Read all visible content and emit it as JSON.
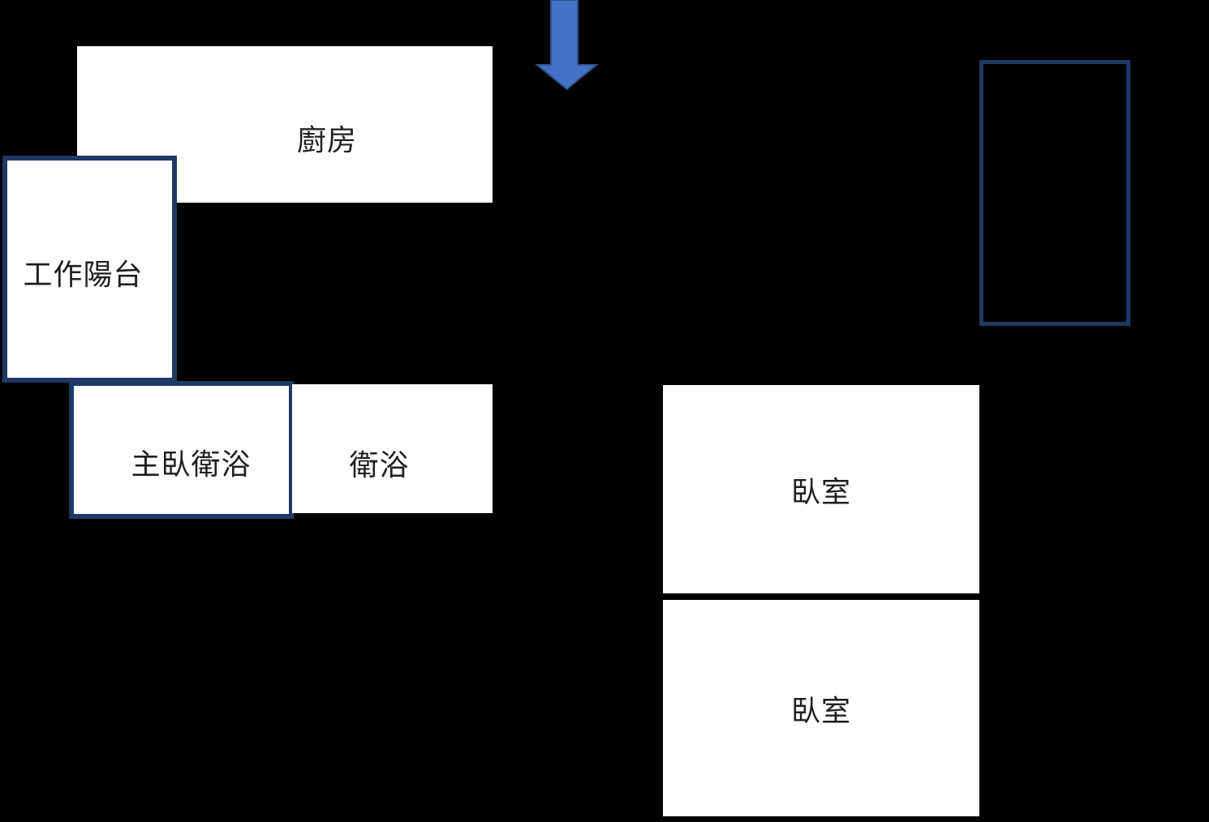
{
  "diagram": {
    "kind": "floor-plan",
    "background": "#000000"
  },
  "colors": {
    "room_fill": "#ffffff",
    "outline": "#1f3864",
    "arrow_fill": "#4472c4",
    "arrow_stroke": "#2f528f",
    "label_text": "#1f1f1f"
  },
  "icons": {
    "arrow": "down-arrow-icon"
  },
  "rooms": [
    {
      "id": "kitchen",
      "label": "廚房",
      "outlined": false
    },
    {
      "id": "work-balcony",
      "label": "工作陽台",
      "outlined": true
    },
    {
      "id": "master-bathroom",
      "label": "主臥衛浴",
      "outlined": true
    },
    {
      "id": "bathroom",
      "label": "衛浴",
      "outlined": false
    },
    {
      "id": "bedroom-1",
      "label": "臥室",
      "outlined": false
    },
    {
      "id": "bedroom-2",
      "label": "臥室",
      "outlined": false
    },
    {
      "id": "unlabeled-room",
      "label": "",
      "outlined": true
    }
  ]
}
